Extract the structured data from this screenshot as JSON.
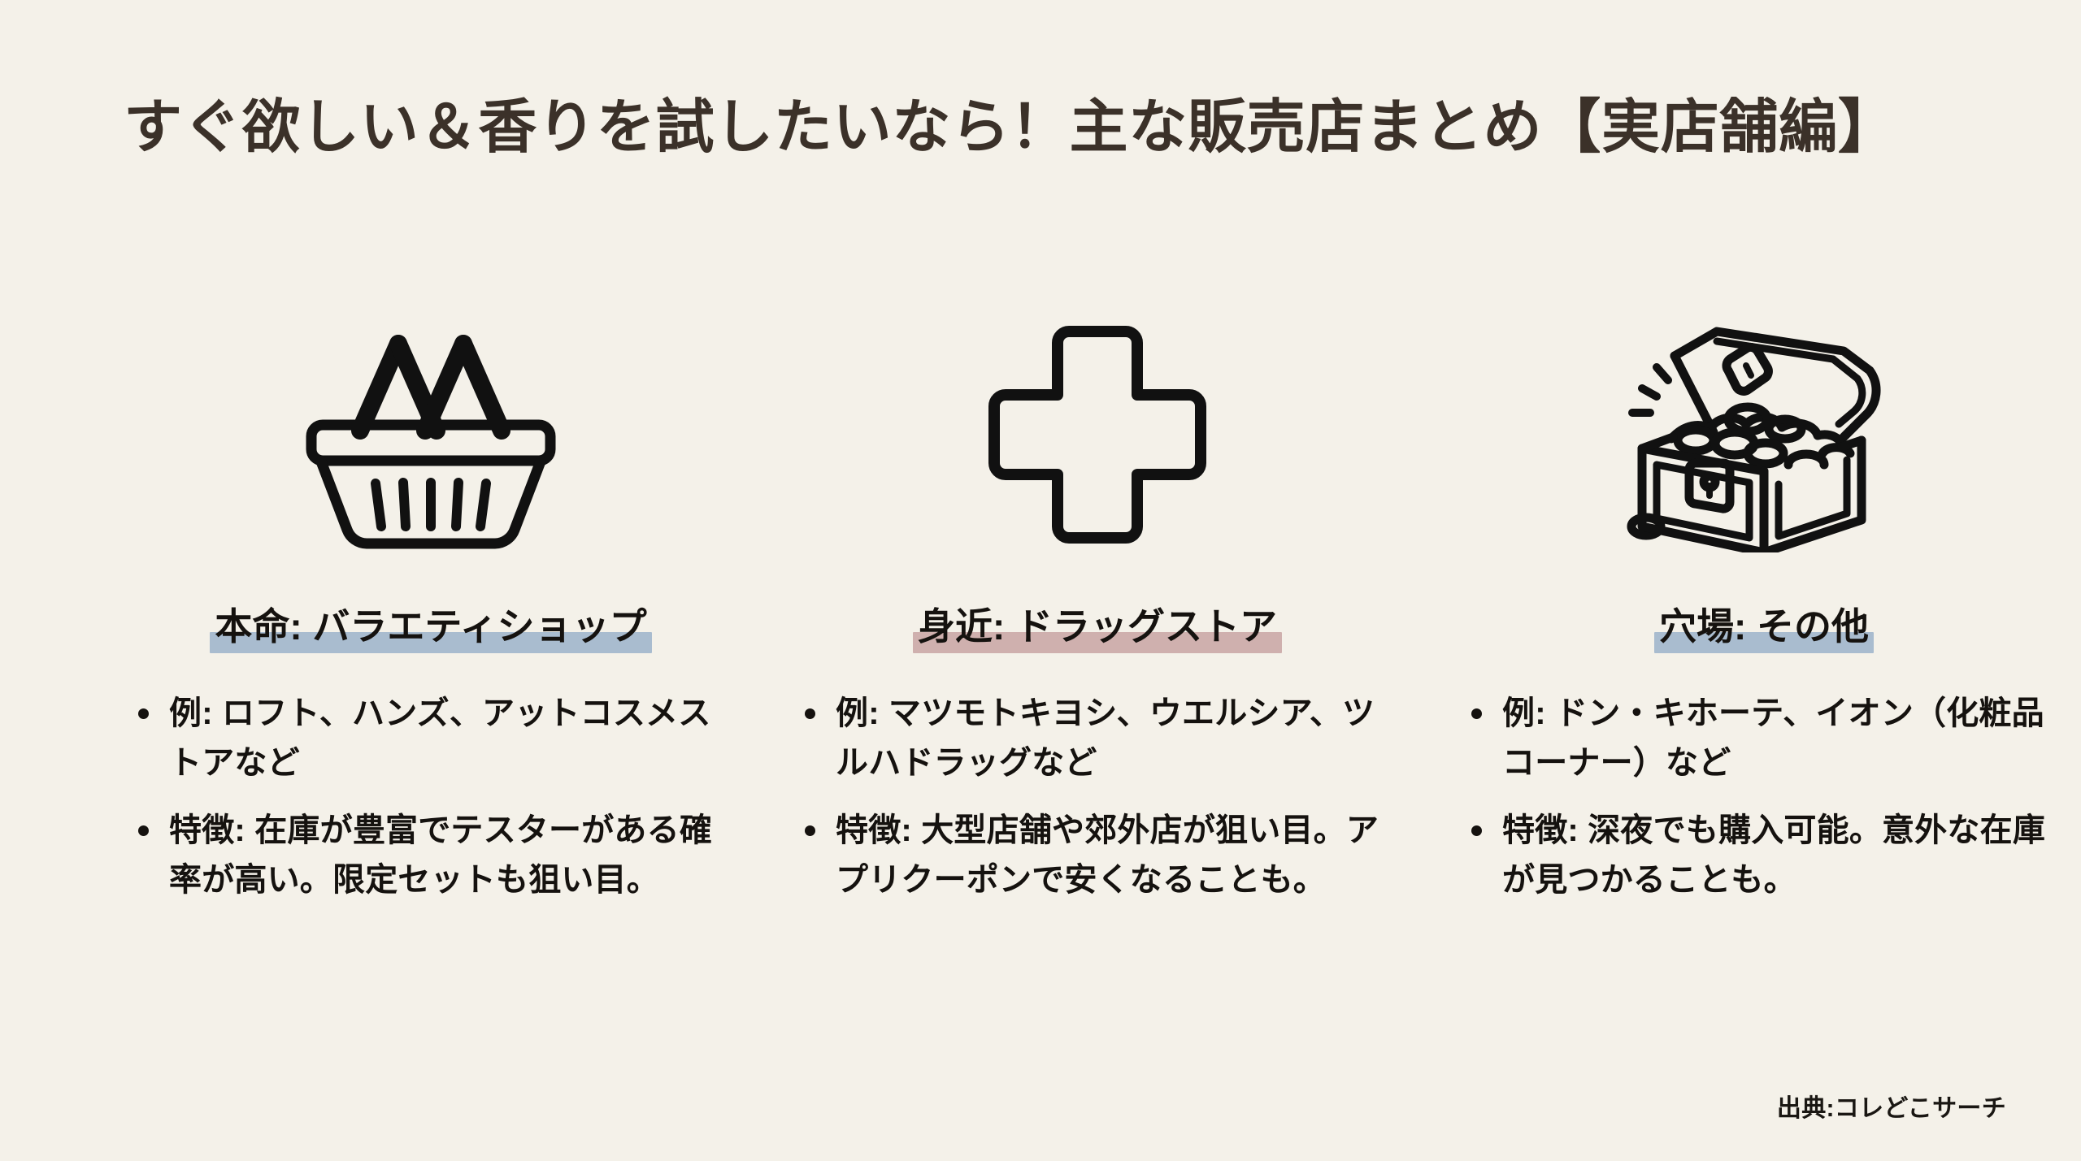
{
  "slide": {
    "title": "すぐ欲しい＆香りを試したいなら！主な販売店まとめ【実店舗編】",
    "background_color": "#f4f1e9",
    "title_color": "#3b3129",
    "text_color": "#15120f",
    "source": "出典:コレどこサーチ"
  },
  "columns": [
    {
      "icon": "shopping-basket-icon",
      "heading": "本命: バラエティショップ",
      "highlight_color": "#a9bccf",
      "bullets": [
        "例: ロフト、ハンズ、アットコスメストアなど",
        "特徴: 在庫が豊富でテスターがある確率が高い。限定セットも狙い目。"
      ]
    },
    {
      "icon": "medical-cross-icon",
      "heading": "身近: ドラッグストア",
      "highlight_color": "#cfb0ae",
      "bullets": [
        "例: マツモトキヨシ、ウエルシア、ツルハドラッグなど",
        "特徴: 大型店舗や郊外店が狙い目。アプリクーポンで安くなることも。"
      ]
    },
    {
      "icon": "treasure-chest-icon",
      "heading": "穴場: その他",
      "highlight_color": "#a9bccf",
      "bullets": [
        "例: ドン・キホーテ、イオン（化粧品コーナー）など",
        "特徴: 深夜でも購入可能。意外な在庫 が見つかることも。"
      ]
    }
  ]
}
